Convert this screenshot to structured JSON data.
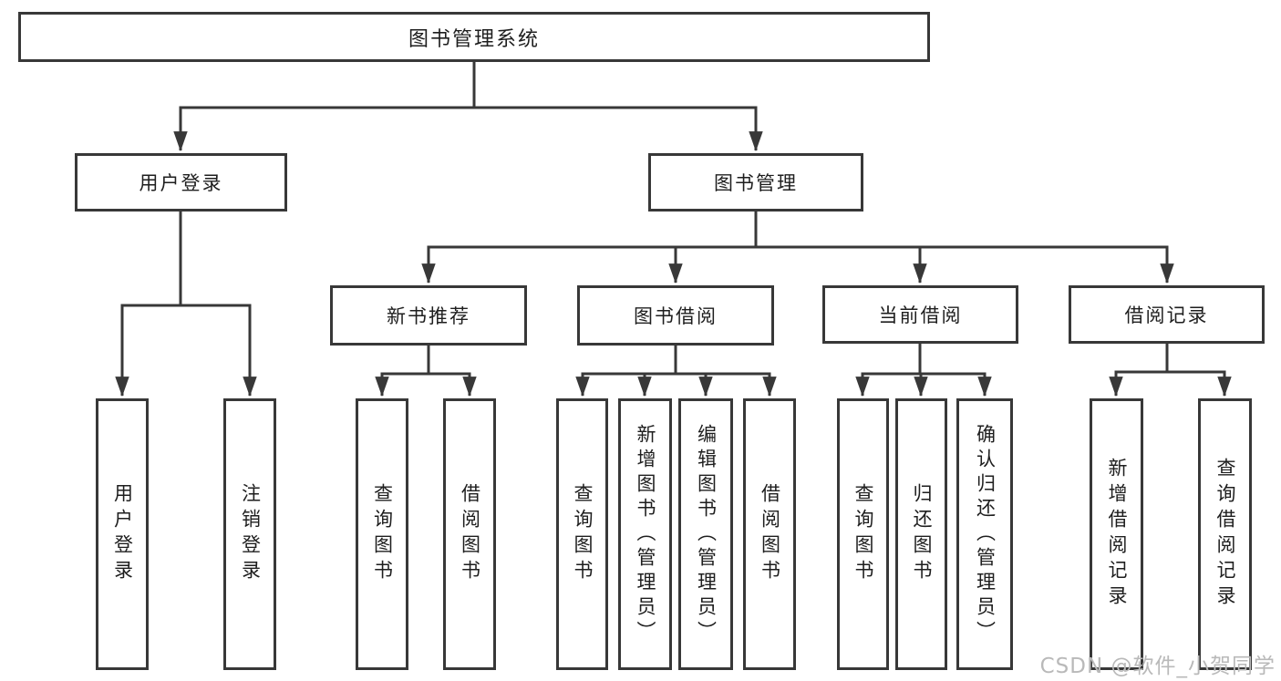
{
  "diagram": {
    "type": "tree-diagram",
    "colors": {
      "line": "#383838",
      "text": "#1e1e1e",
      "background": "#ffffff",
      "watermark": "#b9b9b9"
    },
    "watermark": {
      "text": "CSDN @软件_小贺同学"
    },
    "root": {
      "label": "图书管理系统",
      "children": [
        {
          "label": "用户登录",
          "children": [
            {
              "label": "用户登录"
            },
            {
              "label": "注销登录"
            }
          ]
        },
        {
          "label": "图书管理",
          "children": [
            {
              "label": "新书推荐",
              "children": [
                {
                  "label": "查询图书"
                },
                {
                  "label": "借阅图书"
                }
              ]
            },
            {
              "label": "图书借阅",
              "children": [
                {
                  "label": "查询图书"
                },
                {
                  "label": "新增图书（管理员）"
                },
                {
                  "label": "编辑图书（管理员）"
                },
                {
                  "label": "借阅图书"
                }
              ]
            },
            {
              "label": "当前借阅",
              "children": [
                {
                  "label": "查询图书"
                },
                {
                  "label": "归还图书"
                },
                {
                  "label": "确认归还（管理员）"
                }
              ]
            },
            {
              "label": "借阅记录",
              "children": [
                {
                  "label": "新增借阅记录"
                },
                {
                  "label": "查询借阅记录"
                }
              ]
            }
          ]
        }
      ]
    }
  }
}
